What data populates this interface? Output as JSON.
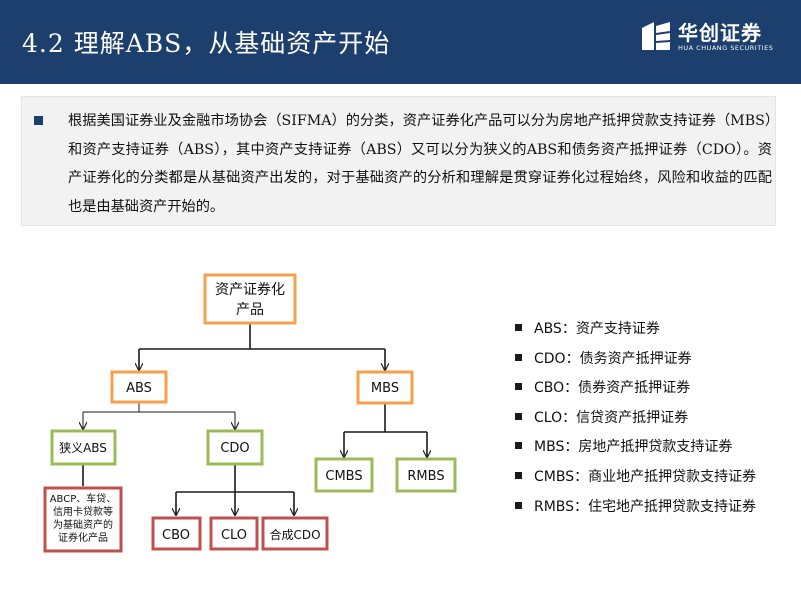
{
  "header": {
    "title": "4.2   理解ABS，从基础资产开始",
    "logo_cn": "华创证券",
    "logo_en": "HUA CHUANG SECURITIES"
  },
  "intro": {
    "text": "根据美国证券业及金融市场协会（SIFMA）的分类，资产证券化产品可以分为房地产抵押贷款支持证券（MBS）和资产支持证券（ABS），其中资产支持证券（ABS）又可以分为狭义的ABS和债务资产抵押证券（CDO）。资产证券化的分类都是从基础资产出发的，对于基础资产的分析和理解是贯穿证券化过程始终，风险和收益的匹配也是由基础资产开始的。"
  },
  "diagram": {
    "root": [
      "资产证券化",
      "产品"
    ],
    "abs": "ABS",
    "mbs": "MBS",
    "narrow_abs": "狭义ABS",
    "cdo": "CDO",
    "cmbs": "CMBS",
    "rmbs": "RMBS",
    "abcp": [
      "ABCP、车贷、",
      "信用卡贷款等",
      "为基础资产的",
      "证券化产品"
    ],
    "cbo": "CBO",
    "clo": "CLO",
    "synthetic_cdo": "合成CDO"
  },
  "legend": [
    "ABS：资产支持证券",
    "CDO：债务资产抵押证券",
    "CBO：债券资产抵押证券",
    "CLO：信贷资产抵押证券",
    "MBS：房地产抵押贷款支持证券",
    "CMBS：商业地产抵押贷款支持证券",
    "RMBS：住宅地产抵押贷款支持证券"
  ],
  "colors": {
    "header_bg": "#1d3f6e",
    "orange": "#f5a04a",
    "green": "#9bbb59",
    "red": "#c0504d"
  }
}
